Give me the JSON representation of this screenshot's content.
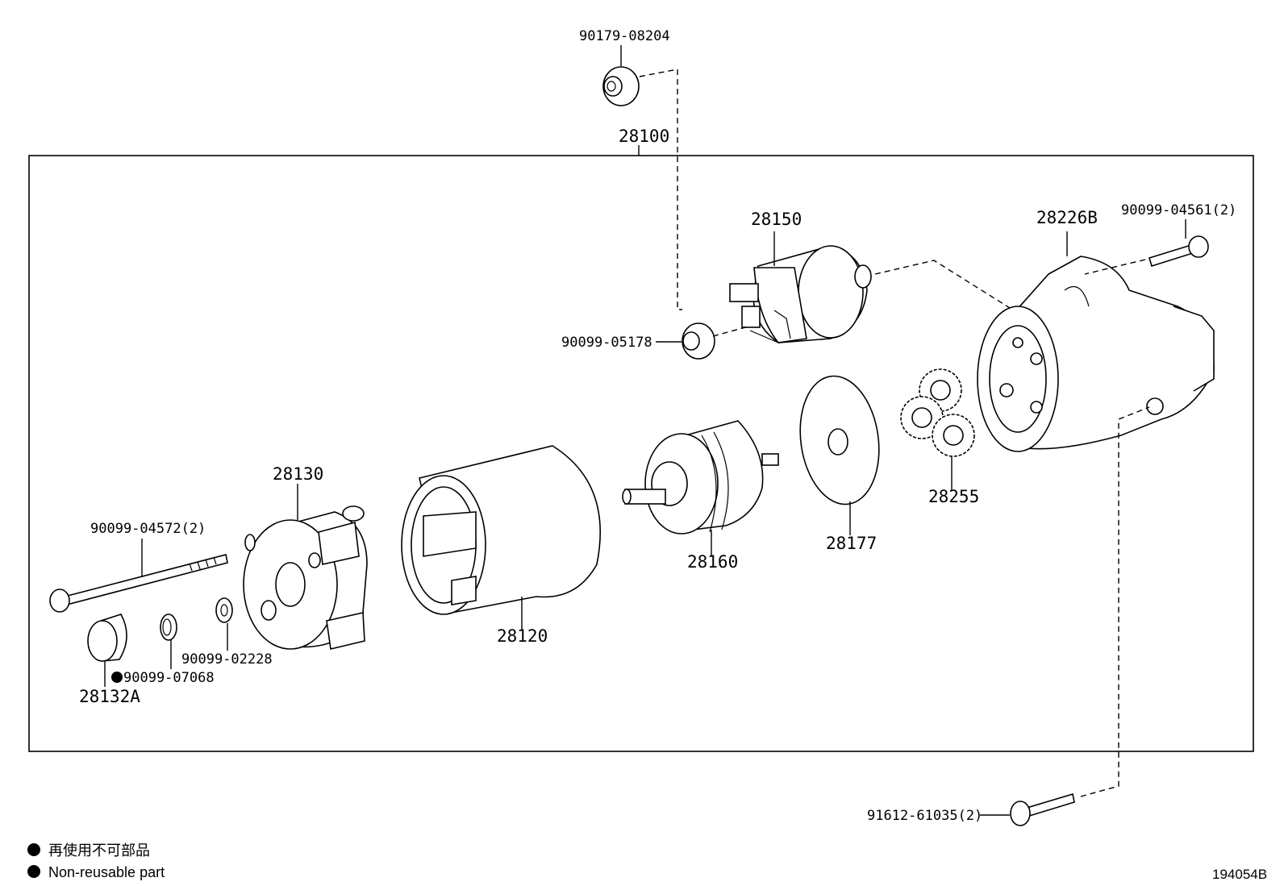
{
  "diagram": {
    "figure_number": "194054B",
    "assembly_label": "28100",
    "parts": {
      "nut_top": "90179-08204",
      "solenoid": "28150",
      "housing": "28226B",
      "housing_bolt": "90099-04561(2)",
      "solenoid_nut": "90099-05178",
      "brush_holder": "28130",
      "through_bolt": "90099-04572(2)",
      "yoke": "28120",
      "armature": "28160",
      "plate": "28177",
      "planetary_gears": "28255",
      "washer": "90099-02228",
      "clip": "90099-07068",
      "cap": "28132A",
      "bottom_bolt": "91612-61035(2)"
    },
    "legend": {
      "japanese": "再使用不可部品",
      "english": "Non-reusable part"
    }
  }
}
